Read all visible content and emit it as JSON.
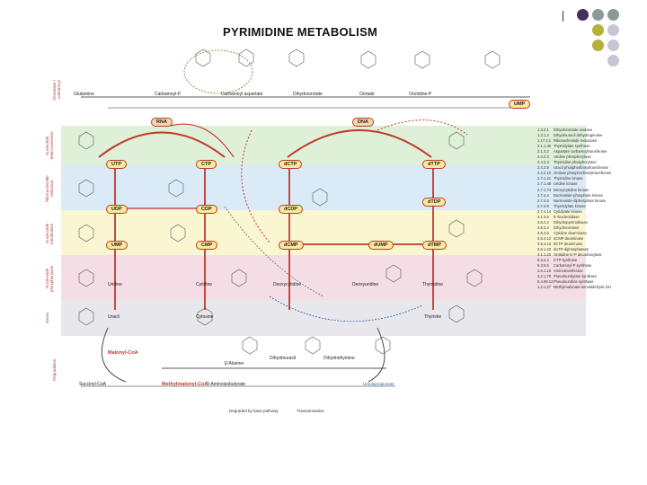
{
  "title": "PYRIMIDINE METABOLISM",
  "legend_dots": [
    {
      "color": "#4a2f5c"
    },
    {
      "color": "#8a9a9b"
    },
    {
      "color": "#8a9a9b"
    },
    {
      "color": "#b5b03a"
    },
    {
      "color": "#c8c4d4"
    },
    {
      "color": "#b5b03a"
    },
    {
      "color": "#c8c4d4"
    },
    {
      "color": "#c8c4d4"
    }
  ],
  "lane_colors": {
    "green": "#dff0d8",
    "blue": "#dbeaf7",
    "yellow": "#fbf6d2",
    "pink": "#f5dde6",
    "gray": "#e8e8ec"
  },
  "lanes": [
    {
      "label": "Glutamine / carbamoyl"
    },
    {
      "label": "Nucleotide interconversion"
    },
    {
      "label": "Ribonucleotide reduction"
    },
    {
      "label": "Nucleoside metabolism"
    },
    {
      "label": "Nucleoside phosphorylase"
    },
    {
      "label": "Bases"
    },
    {
      "label": "Degradation"
    }
  ],
  "top_pathway": {
    "glutamine": "Glutamine",
    "carbamoyl_p": "Carbamoyl-P",
    "carbamoyl_aspartate": "Carbamoyl aspartate",
    "dihydroorotate": "Dihydroorotate",
    "orotate": "Orotate",
    "orotidine_p": "Orotidine-P",
    "ump_top": "UMP"
  },
  "nucleic_acids": {
    "rna": "RNA",
    "dna": "DNA"
  },
  "nucleotides": {
    "utp": "UTP",
    "ctp": "CTP",
    "dctp": "dCTP",
    "dttp": "dTTP",
    "udp": "UDP",
    "cdp": "CDP",
    "dcdp": "dCDP",
    "dtdp": "dTDP",
    "ump": "UMP",
    "cmp": "CMP",
    "dcmp": "dCMP",
    "dump": "dUMP",
    "dtmp": "dTMP"
  },
  "nucleosides": {
    "uridine": "Uridine",
    "cytidine": "Cytidine",
    "deoxycytidine": "Deoxycytidine",
    "deoxyuridine": "Deoxyuridine",
    "thymidine": "Thymidine"
  },
  "bases": {
    "uracil": "Uracil",
    "cytosine": "Cytosine",
    "thymine": "Thymine"
  },
  "degradation": {
    "dihydrouracil": "Dihydrouracil",
    "dihydrothymine": "Dihydrothymine",
    "b_alanine": "β-Alanine",
    "b_aminoisobutyrate": "3-Aminoisobutyrate",
    "malonyl": "Malonyl-CoA",
    "methylmalonyl": "Methylmalonyl-CoA",
    "succinyl": "Succinyl-CoA",
    "ureidopropionate": "Ureidopropionate"
  },
  "ec_list": [
    {
      "n": "1.3.3.1",
      "t": "Dihydroorotate oxidase"
    },
    {
      "n": "1.3.1.2",
      "t": "Dihydrouracil dehydrogenase"
    },
    {
      "n": "1.17.4.1",
      "t": "Ribonucleoside reductase"
    },
    {
      "n": "2.1.1.45",
      "t": "Thymidylate synthase"
    },
    {
      "n": "2.1.3.2",
      "t": "Aspartate carbamoyltransferase"
    },
    {
      "n": "2.4.2.3",
      "t": "Uridine phosphorylase"
    },
    {
      "n": "2.4.2.4",
      "t": "Thymidine phosphorylase"
    },
    {
      "n": "2.4.2.9",
      "t": "Uracil phosphoribosyltransferase"
    },
    {
      "n": "2.4.2.10",
      "t": "Orotate phosphoribosyltransferase"
    },
    {
      "n": "2.7.1.21",
      "t": "Thymidine kinase"
    },
    {
      "n": "2.7.1.48",
      "t": "Uridine kinase"
    },
    {
      "n": "2.7.1.74",
      "t": "Deoxycytidine kinase"
    },
    {
      "n": "2.7.4.4",
      "t": "Nucleoside-phosphate kinase"
    },
    {
      "n": "2.7.4.6",
      "t": "Nucleoside-diphosphate kinase"
    },
    {
      "n": "2.7.4.9",
      "t": "Thymidylate kinase"
    },
    {
      "n": "2.7.4.14",
      "t": "Cytidylate kinase"
    },
    {
      "n": "3.1.3.5",
      "t": "5'-Nucleotidase"
    },
    {
      "n": "3.5.2.2",
      "t": "Dihydropyrimidinase"
    },
    {
      "n": "3.5.2.3",
      "t": "Dihydroorotase"
    },
    {
      "n": "3.5.4.5",
      "t": "Cytidine deaminase"
    },
    {
      "n": "3.5.4.12",
      "t": "dCMP deaminase"
    },
    {
      "n": "3.5.4.13",
      "t": "dCTP deaminase"
    },
    {
      "n": "3.6.1.23",
      "t": "dUTP diphosphatase"
    },
    {
      "n": "4.1.1.23",
      "t": "Orotidine-5'-P decarboxylase"
    },
    {
      "n": "6.3.4.2",
      "t": "CTP synthase"
    },
    {
      "n": "6.3.5.5",
      "t": "Carbamoyl-P synthase"
    },
    {
      "n": "2.6.1.19",
      "t": "Aminotransferase"
    },
    {
      "n": "4.2.1.70",
      "t": "Pseudouridylate synthase"
    },
    {
      "n": "5.4.99.12",
      "t": "Pseudouridine synthase"
    },
    {
      "n": "1.2.1.27",
      "t": "Methylmalonate-semialdehyde DH"
    }
  ],
  "footer": {
    "left": "Degraded by base pathway",
    "right": "Transamination"
  }
}
